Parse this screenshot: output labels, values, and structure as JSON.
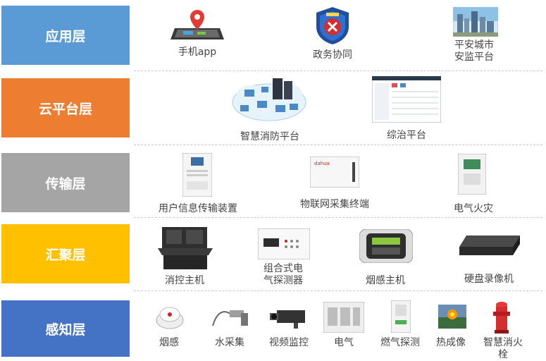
{
  "layers": [
    {
      "label": "应用层",
      "color": "#5b9bd5"
    },
    {
      "label": "云平台层",
      "color": "#ed7d31"
    },
    {
      "label": "传输层",
      "color": "#a5a5a5"
    },
    {
      "label": "汇聚层",
      "color": "#ffc000"
    },
    {
      "label": "感知层",
      "color": "#4472c4"
    }
  ],
  "application": {
    "mobile_app": "手机app",
    "gov_collab": "政务协同",
    "safe_city": "平安城市\n安监平台"
  },
  "cloud": {
    "smart_fire_platform": "智慧消防平台",
    "comprehensive_platform": "综治平台"
  },
  "transmission": {
    "user_info_device": "用户信息传输装置",
    "iot_terminal": "物联网采集终端",
    "electrical_fire": "电气火灾"
  },
  "convergence": {
    "fire_control_host": "消控主机",
    "combined_detector": "组合式电\n气探测器",
    "smoke_host": "烟感主机",
    "nvr": "硬盘录像机"
  },
  "perception": {
    "smoke": "烟感",
    "water": "水采集",
    "video": "视频监控",
    "electric": "电气",
    "gas": "燃气探测",
    "thermal": "热成像",
    "hydrant": "智慧消火栓"
  },
  "badge_text": "dahua"
}
